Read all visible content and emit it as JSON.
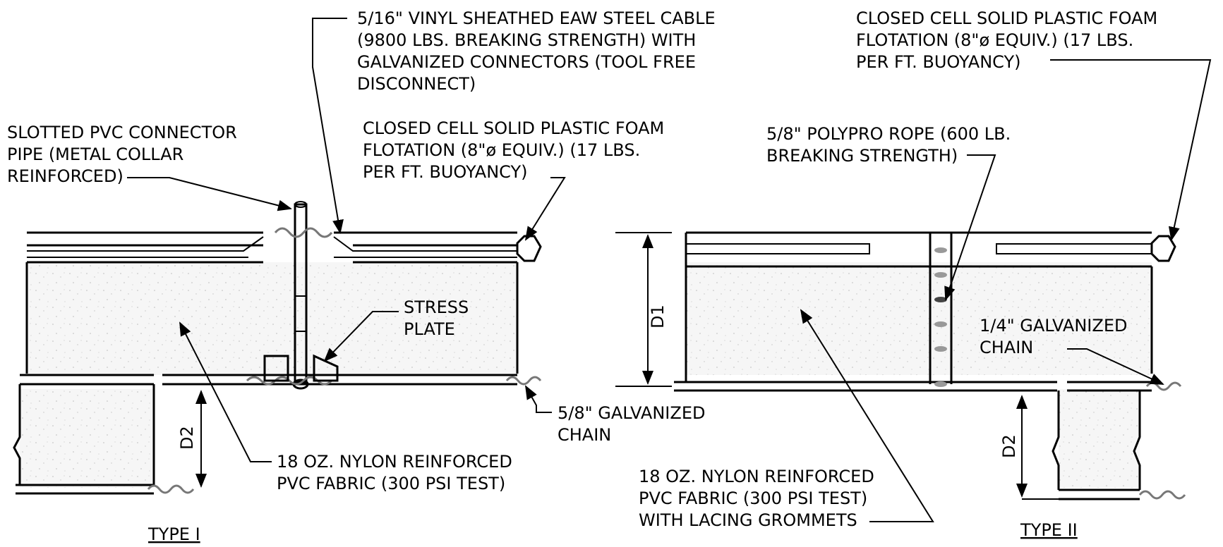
{
  "type1": {
    "title": "TYPE I",
    "cable_label": [
      "5/16\" VINYL SHEATHED EAW STEEL CABLE",
      "(9800 LBS. BREAKING STRENGTH) WITH",
      "GALVANIZED CONNECTORS (TOOL FREE",
      "DISCONNECT)"
    ],
    "connector_label": [
      "SLOTTED PVC CONNECTOR",
      "PIPE (METAL COLLAR",
      "REINFORCED)"
    ],
    "flotation_label": [
      "CLOSED CELL SOLID PLASTIC FOAM",
      "FLOTATION (8\"ø EQUIV.) (17 LBS.",
      "PER FT. BUOYANCY)"
    ],
    "stress_plate_label": [
      "STRESS",
      "PLATE"
    ],
    "chain_label": [
      "5/8\" GALVANIZED",
      "CHAIN"
    ],
    "fabric_label": [
      "18 OZ. NYLON REINFORCED",
      "PVC FABRIC (300 PSI TEST)"
    ],
    "dim_d2": "D2"
  },
  "type2": {
    "title": "TYPE II",
    "flotation_label": [
      "CLOSED CELL SOLID PLASTIC FOAM",
      "FLOTATION (8\"ø EQUIV.) (17 LBS.",
      "PER FT. BUOYANCY)"
    ],
    "rope_label": [
      "5/8\" POLYPRO ROPE (600 LB.",
      "BREAKING STRENGTH)"
    ],
    "chain_label": [
      "1/4\" GALVANIZED",
      "CHAIN"
    ],
    "fabric_label": [
      "18 OZ. NYLON REINFORCED",
      "PVC FABRIC (300 PSI TEST)",
      "WITH LACING GROMMETS"
    ],
    "dim_d1": "D1",
    "dim_d2": "D2"
  },
  "colors": {
    "line": "#000000",
    "chain": "#777777",
    "fabric": "#f4f4f4"
  }
}
